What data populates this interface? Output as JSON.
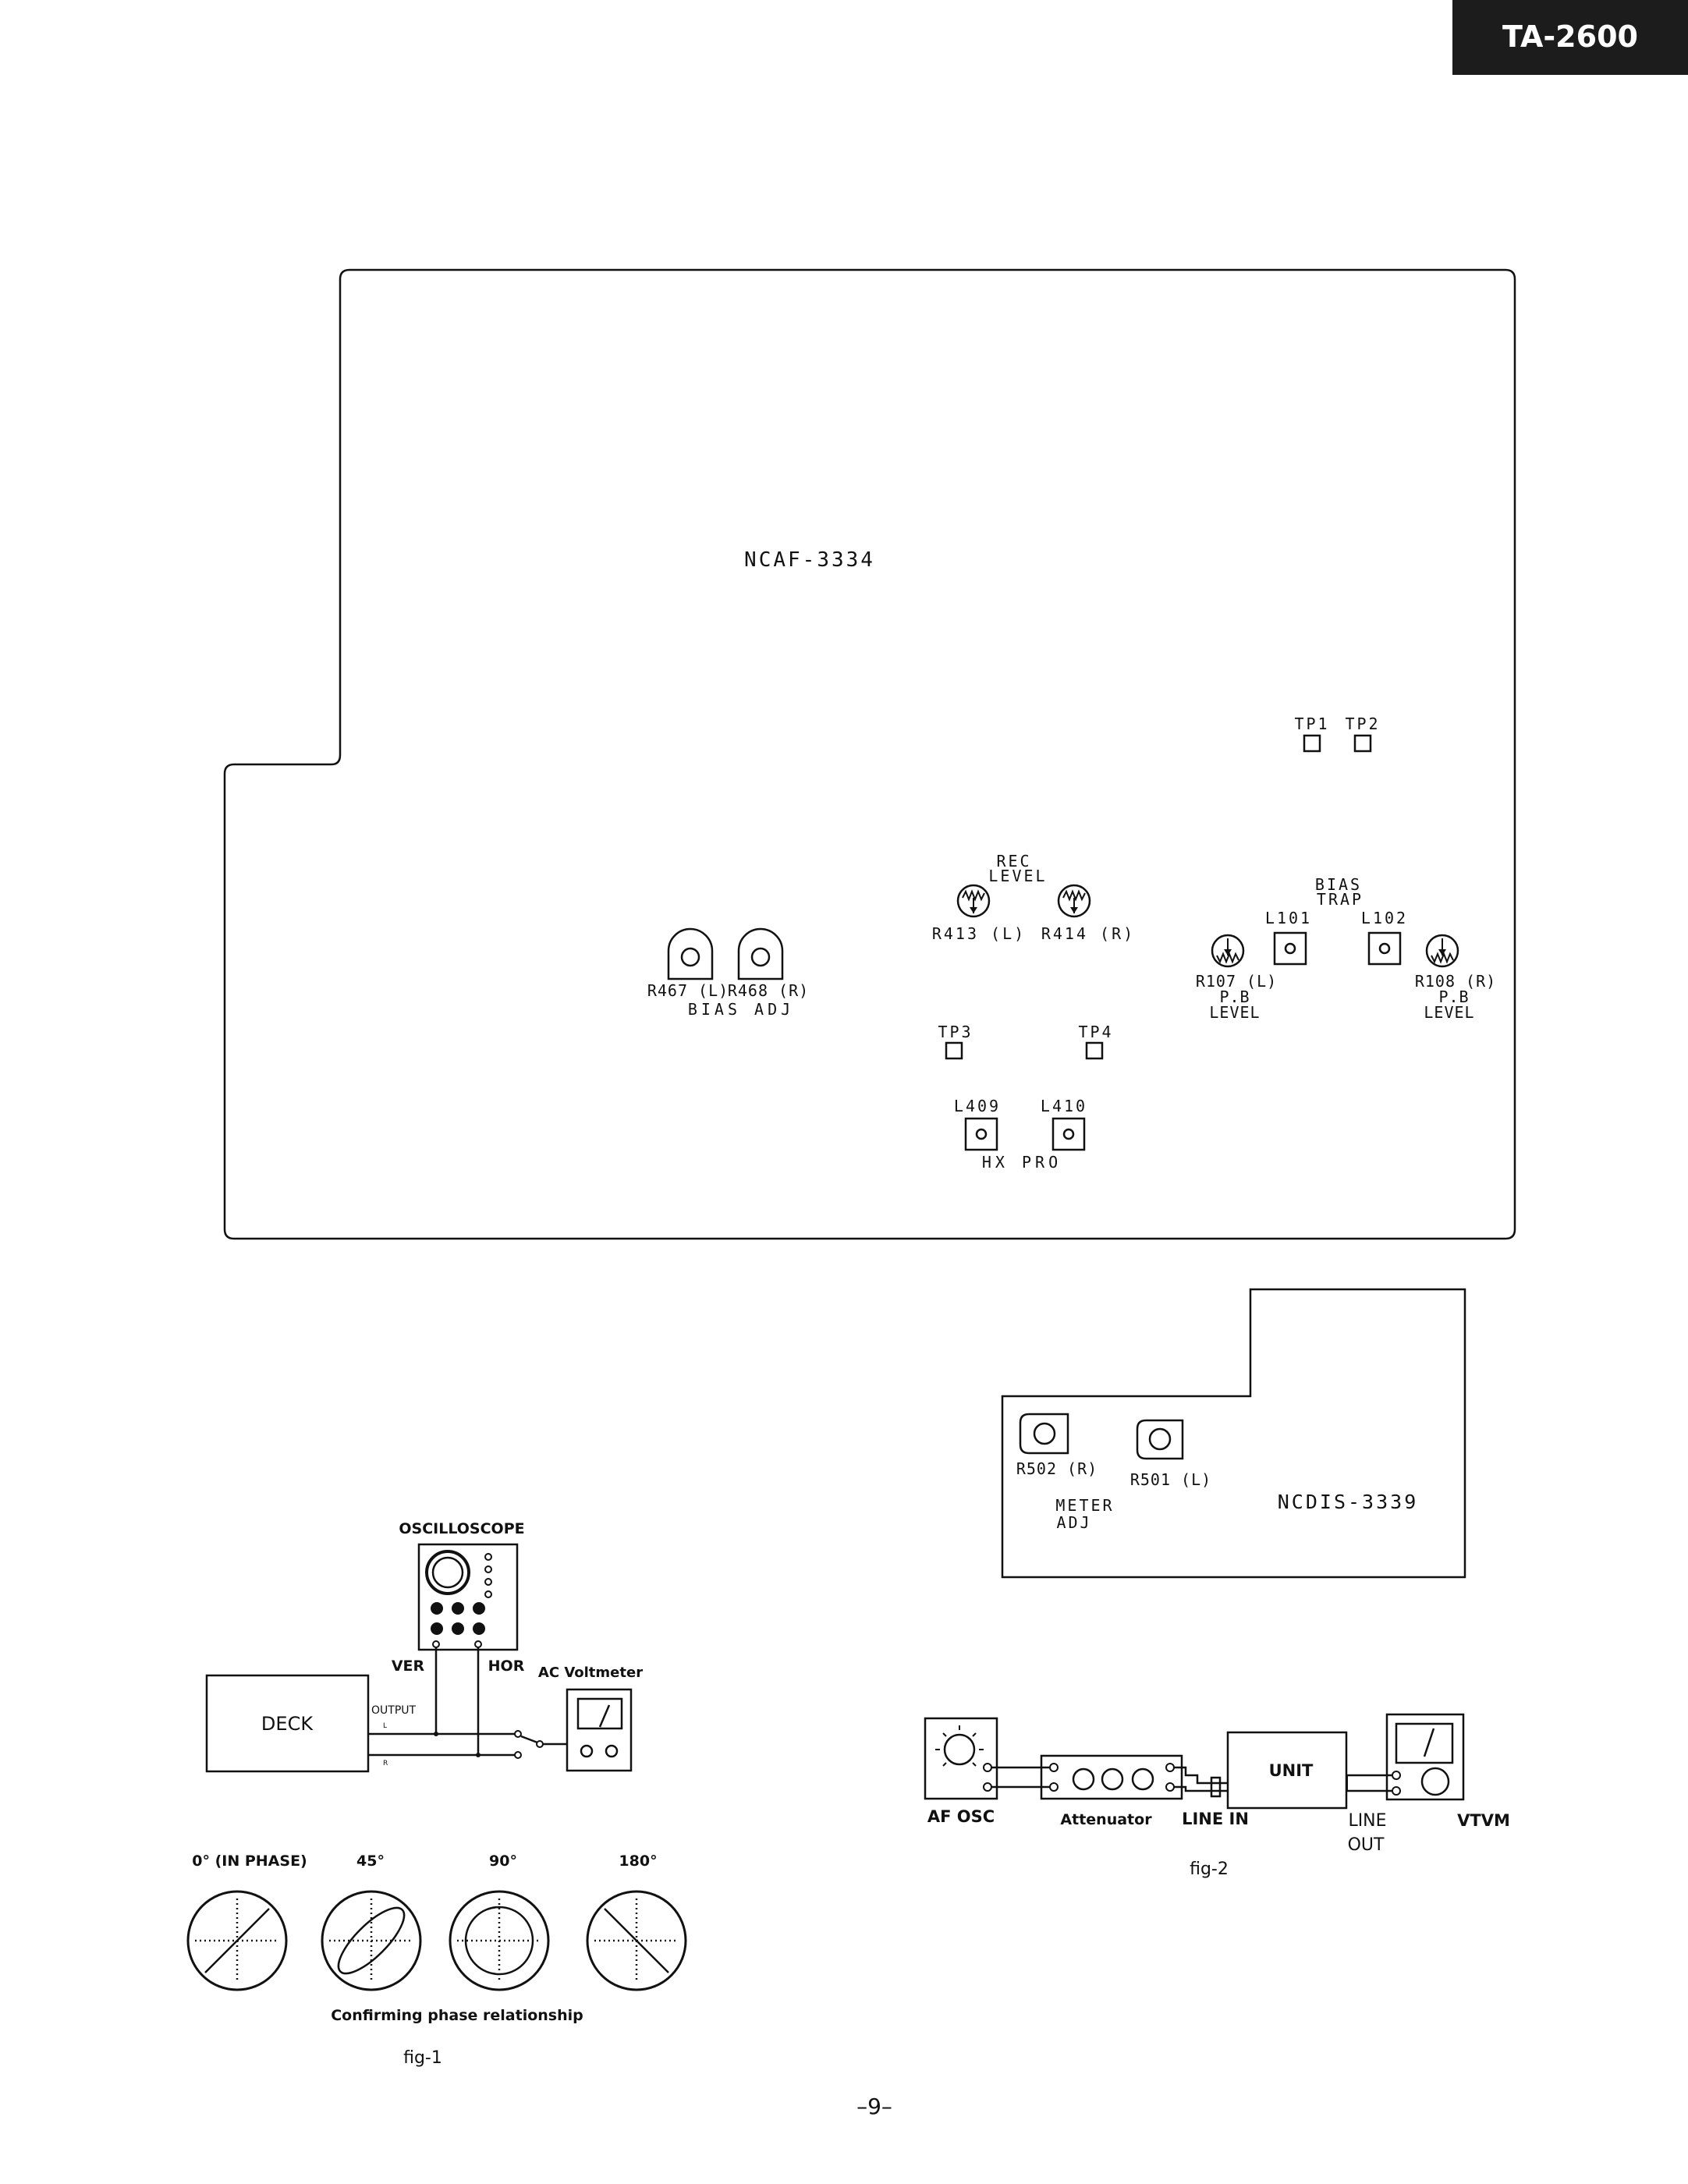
{
  "header": {
    "model": "TA-2600"
  },
  "board_main": {
    "name": "NCAF-3334",
    "test_points": {
      "tp1": "TP1",
      "tp2": "TP2",
      "tp3": "TP3",
      "tp4": "TP4"
    },
    "rec_level": {
      "label_line1": "REC",
      "label_line2": "LEVEL",
      "left": "R413 (L)",
      "right": "R414 (R)"
    },
    "bias_adj": {
      "left": "R467 (L)",
      "right": "R468 (R)",
      "label": "BIAS ADJ"
    },
    "bias_trap": {
      "label_line1": "BIAS",
      "label_line2": "TRAP",
      "left": "L101",
      "right": "L102"
    },
    "pb_level_left": {
      "ref": "R107 (L)",
      "line1": "P.B",
      "line2": "LEVEL"
    },
    "pb_level_right": {
      "ref": "R108 (R)",
      "line1": "P.B",
      "line2": "LEVEL"
    },
    "hx_pro": {
      "left": "L409",
      "right": "L410",
      "label": "HX PRO"
    }
  },
  "board_display": {
    "name": "NCDIS-3339",
    "left_pot": "R502 (R)",
    "right_pot": "R501 (L)",
    "label_line1": "METER",
    "label_line2": "ADJ"
  },
  "fig1": {
    "oscilloscope": "OSCILLOSCOPE",
    "ver": "VER",
    "hor": "HOR",
    "ac_voltmeter": "AC Voltmeter",
    "deck": "DECK",
    "output": "OUTPUT",
    "ch_l": "L",
    "ch_r": "R",
    "phases": [
      "0° (IN PHASE)",
      "45°",
      "90°",
      "180°"
    ],
    "caption": "Confirming phase relationship",
    "label": "fig-1"
  },
  "fig2": {
    "af_osc": "AF OSC",
    "attenuator": "Attenuator",
    "line_in": "LINE IN",
    "unit": "UNIT",
    "line_out_line1": "LINE",
    "line_out_line2": "OUT",
    "vtvm": "VTVM",
    "label": "fig-2"
  },
  "footer": {
    "page": "–9–"
  }
}
